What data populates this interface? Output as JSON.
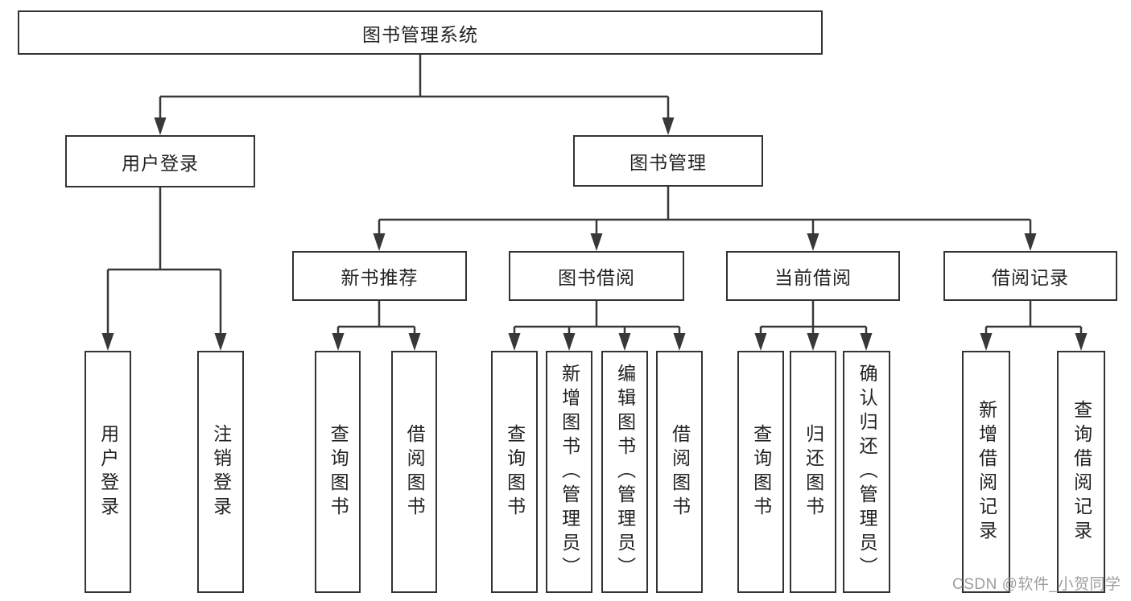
{
  "diagram": {
    "root": {
      "label": "图书管理系统"
    },
    "level2": [
      {
        "label": "用户登录"
      },
      {
        "label": "图书管理"
      }
    ],
    "level3": [
      {
        "label": "新书推荐"
      },
      {
        "label": "图书借阅"
      },
      {
        "label": "当前借阅"
      },
      {
        "label": "借阅记录"
      }
    ],
    "leaves": [
      {
        "label": "用户登录",
        "parent": "用户登录"
      },
      {
        "label": "注销登录",
        "parent": "用户登录"
      },
      {
        "label": "查询图书",
        "parent": "新书推荐"
      },
      {
        "label": "借阅图书",
        "parent": "新书推荐"
      },
      {
        "label": "查询图书",
        "parent": "图书借阅"
      },
      {
        "label": "新增图书（管理员）",
        "parent": "图书借阅"
      },
      {
        "label": "编辑图书（管理员）",
        "parent": "图书借阅"
      },
      {
        "label": "借阅图书",
        "parent": "图书借阅"
      },
      {
        "label": "查询图书",
        "parent": "当前借阅"
      },
      {
        "label": "归还图书",
        "parent": "当前借阅"
      },
      {
        "label": "确认归还（管理员）",
        "parent": "当前借阅"
      },
      {
        "label": "新增借阅记录",
        "parent": "借阅记录"
      },
      {
        "label": "查询借阅记录",
        "parent": "借阅记录"
      }
    ],
    "watermark": "CSDN @软件_小贺同学",
    "colors": {
      "line": "#383838",
      "box_border": "#333333",
      "text": "#222222",
      "watermark": "#9e9e9e",
      "background": "#ffffff"
    }
  }
}
